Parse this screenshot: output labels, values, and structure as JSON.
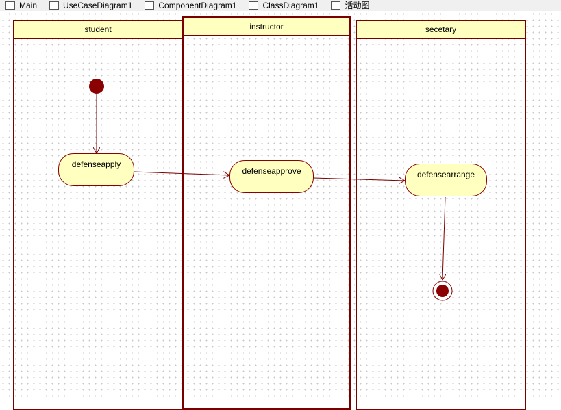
{
  "tabs": [
    "Main",
    "UseCaseDiagram1",
    "ComponentDiagram1",
    "ClassDiagram1",
    "活动图"
  ],
  "swimlanes": [
    "student",
    "instructor",
    "secetary"
  ],
  "activities": [
    "defenseapply",
    "defenseapprove",
    "defensearrange"
  ],
  "colors": {
    "line": "#7a0000",
    "fill": "#ffffc0",
    "node": "#8b0000"
  }
}
